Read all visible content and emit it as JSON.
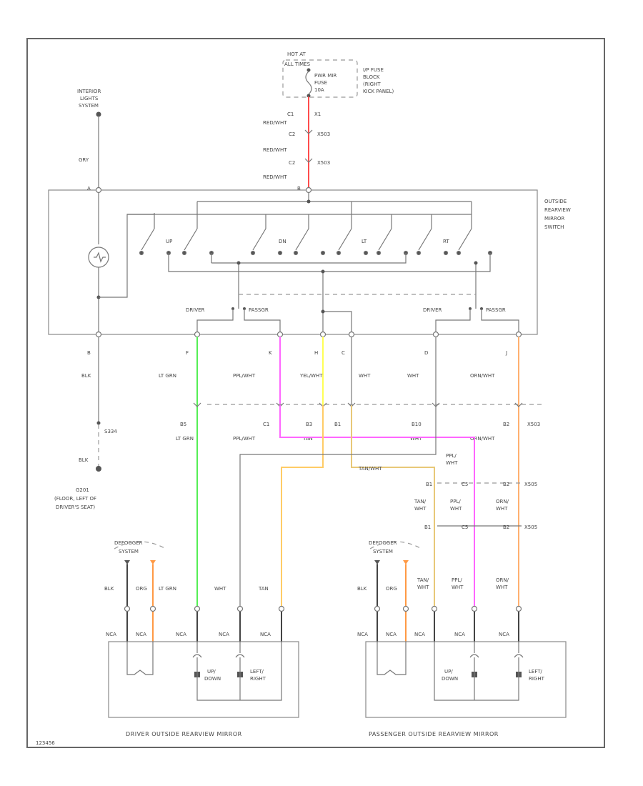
{
  "colors": {
    "red_wht": "#ff4d4d",
    "lt_grn": "#55ee55",
    "ppl_wht": "#ff66ff",
    "yel_wht": "#ffff55",
    "orn_wht": "#ffb070",
    "tan": "#ffcc66",
    "tan_wht": "#e8c878",
    "wht": "#cccccc",
    "org": "#ff9944",
    "blk": "#444444"
  },
  "labels": {
    "hot_at": "HOT AT",
    "all_times": "ALL TIMES",
    "fuse_name": "PWR MIR",
    "fuse_amp": "FUSE",
    "fuse_rating": "10A",
    "fuse_block_1": "I/P FUSE",
    "fuse_block_2": "BLOCK",
    "fuse_block_3": "(RIGHT",
    "fuse_block_4": "KICK PANEL)",
    "interior_1": "INTERIOR",
    "interior_2": "LIGHTS",
    "interior_3": "SYSTEM",
    "gry": "GRY",
    "switch_name_1": "OUTSIDE",
    "switch_name_2": "REARVIEW",
    "switch_name_3": "MIRROR",
    "switch_name_4": "SWITCH",
    "sw_up": "UP",
    "sw_dn": "DN",
    "sw_lt": "LT",
    "sw_rt": "RT",
    "driver_l": "DRIVER",
    "passgr_l": "PASSGR",
    "driver_r": "DRIVER",
    "passgr_r": "PASSGR",
    "pin_a": "A",
    "pin_b": "B",
    "pin_f": "F",
    "pin_k": "K",
    "pin_h": "H",
    "pin_c": "C",
    "pin_d": "D",
    "pin_j": "J",
    "c1_top": "C1",
    "x1_top": "X1",
    "red_wht_1": "RED/WHT",
    "c2_top": "C2",
    "x503_a": "X503",
    "red_wht_2": "RED/WHT",
    "c2b_top": "C2",
    "x503_b": "X503",
    "red_wht_3": "RED/WHT",
    "blk": "BLK",
    "lt_grn": "LT GRN",
    "ppl_wht": "PPL/WHT",
    "yel_wht": "YEL/WHT",
    "wht": "WHT",
    "orn_wht": "ORN/WHT",
    "conn_b5": "B5",
    "conn_c1": "C1",
    "conn_b3": "B3",
    "conn_b1": "B1",
    "conn_b10": "B10",
    "conn_b2": "B2",
    "x503_c": "X503",
    "lt_grn_2": "LT GRN",
    "ppl_wht_2": "PPL/WHT",
    "tan": "TAN",
    "wht_2": "WHT",
    "orn_wht_2": "ORN/WHT",
    "tan_wht": "TAN/WHT",
    "ppl_wht_3a": "PPL/",
    "ppl_wht_3b": "WHT",
    "conn_b1b": "B1",
    "conn_c5": "C5",
    "conn_b2b": "B2",
    "x505_a": "X505",
    "tan_wht_2a": "TAN/",
    "tan_wht_2b": "WHT",
    "ppl_wht_4a": "PPL/",
    "ppl_wht_4b": "WHT",
    "orn_wht_3a": "ORN/",
    "orn_wht_3b": "WHT",
    "conn_b1c": "B1",
    "conn_c5b": "C5",
    "conn_b2c": "B2",
    "x505_b": "X505",
    "splice_s334": "S334",
    "blk_2": "BLK",
    "ground_1": "G201",
    "ground_2": "(FLOOR, LEFT OF",
    "ground_3": "DRIVER'S SEAT)",
    "defogger_l1": "DEFOGGER",
    "defogger_l2": "SYSTEM",
    "defogger_r1": "DEFOGGER",
    "defogger_r2": "SYSTEM",
    "blk_d": "BLK",
    "org_d": "ORG",
    "lt_grn_d": "LT GRN",
    "wht_d": "WHT",
    "tan_d": "TAN",
    "blk_p": "BLK",
    "org_p": "ORG",
    "tan_wht_p1": "TAN/",
    "tan_wht_p2": "WHT",
    "ppl_wht_p1": "PPL/",
    "ppl_wht_p2": "WHT",
    "orn_wht_p1": "ORN/",
    "orn_wht_p2": "WHT",
    "nca": "NCA",
    "up_down_1": "UP/",
    "up_down_2": "DOWN",
    "left_right_1": "LEFT/",
    "left_right_2": "RIGHT",
    "driver_mirror": "DRIVER OUTSIDE REARVIEW MIRROR",
    "passenger_mirror": "PASSENGER OUTSIDE REARVIEW MIRROR",
    "figure_id": "123456"
  }
}
